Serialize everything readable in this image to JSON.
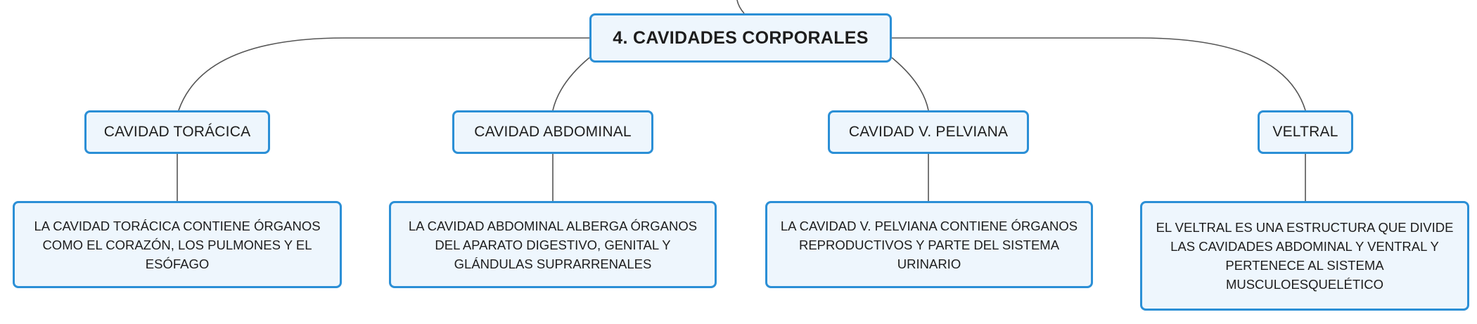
{
  "central_topic": {
    "label": "4. CAVIDADES CORPORALES"
  },
  "branches": [
    {
      "label": "CAVIDAD TORÁCICA",
      "description": "LA CAVIDAD TORÁCICA CONTIENE ÓRGANOS COMO EL CORAZÓN, LOS PULMONES Y EL ESÓFAGO"
    },
    {
      "label": "CAVIDAD ABDOMINAL",
      "description": "LA CAVIDAD ABDOMINAL ALBERGA ÓRGANOS DEL APARATO DIGESTIVO, GENITAL Y GLÁNDULAS SUPRARRENALES"
    },
    {
      "label": "CAVIDAD V. PELVIANA",
      "description": "LA CAVIDAD V. PELVIANA CONTIENE ÓRGANOS REPRODUCTIVOS Y PARTE DEL SISTEMA URINARIO"
    },
    {
      "label": "VELTRAL",
      "description": "EL VELTRAL ES UNA ESTRUCTURA QUE DIVIDE LAS CAVIDADES ABDOMINAL Y VENTRAL Y PERTENECE AL SISTEMA MUSCULOESQUELÉTICO"
    }
  ],
  "colors": {
    "node_fill": "#eef6fd",
    "node_border": "#2b8fd6",
    "connector": "#555555",
    "text": "#1d1d1d"
  }
}
